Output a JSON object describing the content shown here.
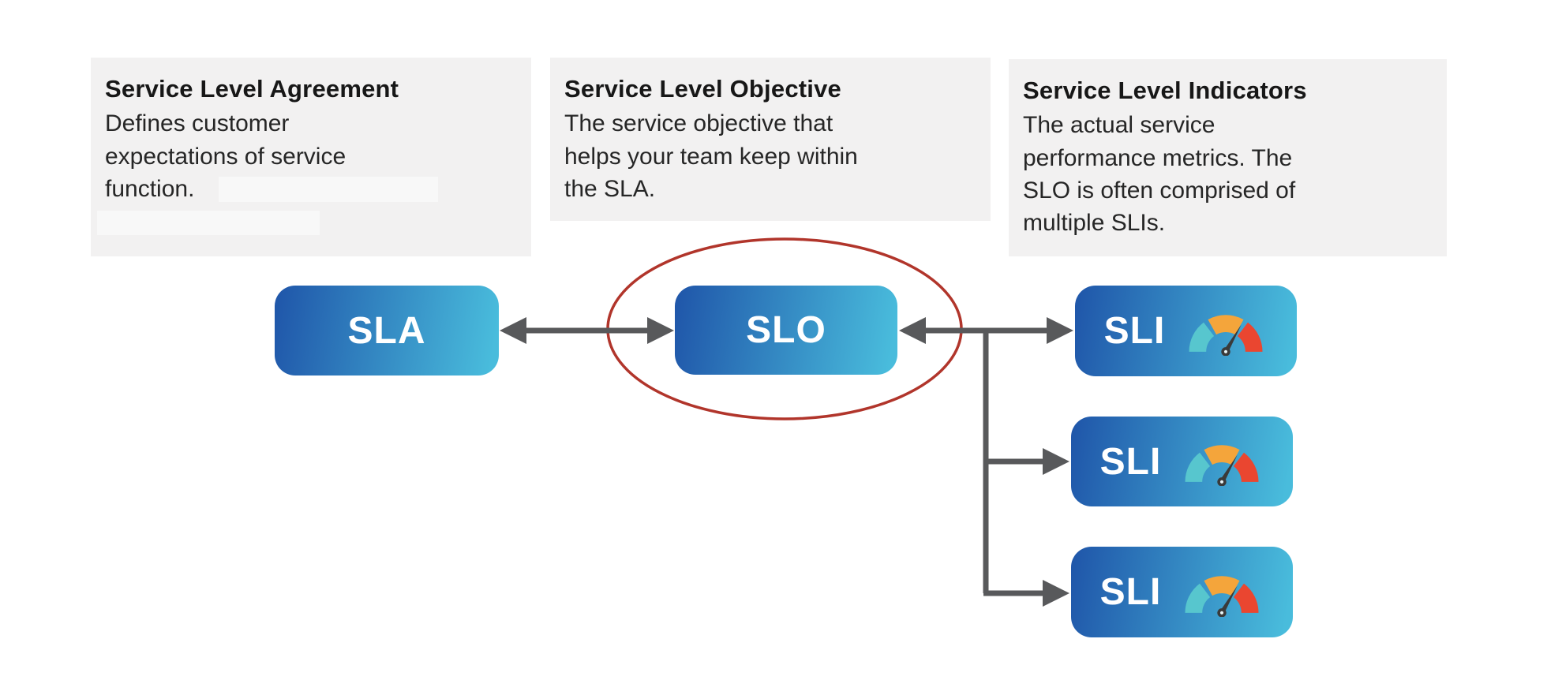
{
  "colors": {
    "canvas_bg": "#ffffff",
    "card_bg": "#f2f1f1",
    "redaction_bg": "#f8f8f8",
    "heading_text": "#171717",
    "body_text": "#262626",
    "node_gradient_start": "#1f55a9",
    "node_gradient_end": "#49bcdc",
    "node_text": "#ffffff",
    "connector": "#58595b",
    "highlight_ellipse": "#b1352b",
    "gauge_teal": "#57c6ce",
    "gauge_orange": "#f4a53b",
    "gauge_red": "#ea4630",
    "needle": "#3a3a3a"
  },
  "cards": [
    {
      "title": "Service Level Agreement",
      "body": "Defines customer\nexpectations of service\nfunction."
    },
    {
      "title": "Service Level Objective",
      "body": "The service objective that\nhelps your team keep within\nthe SLA."
    },
    {
      "title": "Service Level Indicators",
      "body": "The actual service\nperformance metrics. The\nSLO is often comprised of\nmultiple SLIs."
    }
  ],
  "nodes": {
    "sla": {
      "label": "SLA"
    },
    "slo": {
      "label": "SLO",
      "highlighted": true
    },
    "sli": [
      {
        "label": "SLI",
        "icon": "gauge-icon"
      },
      {
        "label": "SLI",
        "icon": "gauge-icon"
      },
      {
        "label": "SLI",
        "icon": "gauge-icon"
      }
    ]
  },
  "annotation": {
    "type": "red-ellipse-highlight",
    "target": "SLO"
  }
}
